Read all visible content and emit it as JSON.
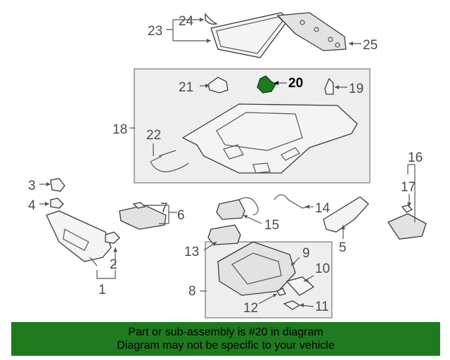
{
  "diagram": {
    "highlighted_part": "20",
    "highlight_color": "#1f7a1f",
    "callouts": [
      "1",
      "2",
      "3",
      "4",
      "5",
      "6",
      "7",
      "8",
      "9",
      "10",
      "11",
      "12",
      "13",
      "14",
      "15",
      "16",
      "17",
      "18",
      "19",
      "20",
      "21",
      "22",
      "23",
      "24",
      "25"
    ]
  },
  "banner": {
    "line1": "Part or sub-assembly is #20 in diagram",
    "line2": "Diagram may not be specific to your vehicle",
    "background": "#1f7a1f"
  }
}
